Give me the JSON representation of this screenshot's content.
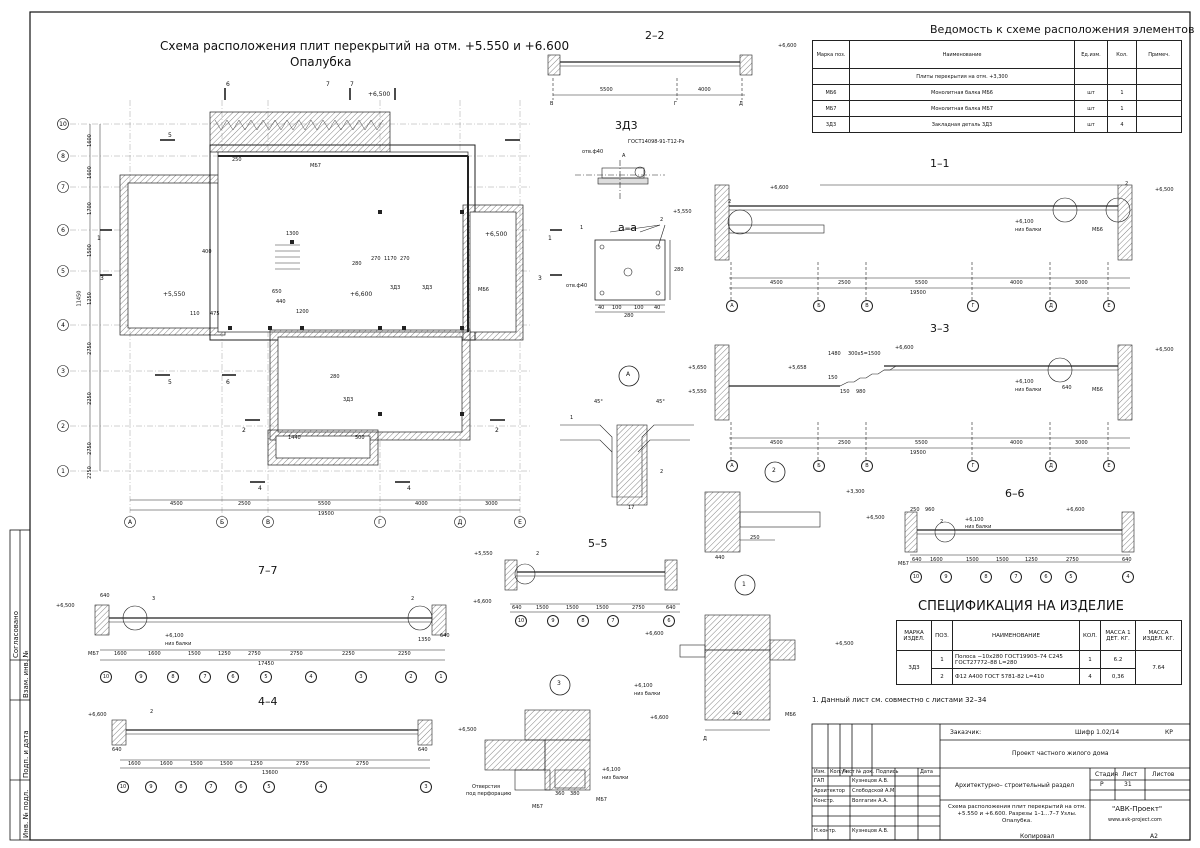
{
  "plan": {
    "title": "Схема расположения плит перекрытий на отм. +5.550 и +6.600",
    "subtitle": "Опалубка",
    "levels": [
      "+5,550",
      "+6,600",
      "+6,500",
      "+6,500"
    ],
    "axes_letters": [
      "А",
      "Б",
      "В",
      "Г",
      "Д",
      "Е"
    ],
    "axes_numbers": [
      "1",
      "2",
      "3",
      "4",
      "5",
      "6",
      "7",
      "8",
      "9",
      "10"
    ],
    "dims_bottom": [
      "4500",
      "2500",
      "5500",
      "4000",
      "3000"
    ],
    "dim_total": "19500",
    "dims_left": [
      "1600",
      "1600",
      "1700",
      "1500",
      "1250",
      "2750",
      "2250",
      "2750",
      "2250"
    ],
    "dim_left_total": "11450",
    "section_marks": [
      "1",
      "1",
      "2",
      "2",
      "3",
      "3",
      "4",
      "4",
      "5",
      "5",
      "6",
      "6",
      "7",
      "7"
    ],
    "labels": [
      "МБ7",
      "МБ6",
      "3Д3",
      "3Д3",
      "3Д3"
    ],
    "notes": [
      "250",
      "400",
      "270",
      "270",
      "1170",
      "280",
      "280",
      "1200",
      "440",
      "110",
      "475",
      "1300",
      "1440",
      "500",
      "650"
    ]
  },
  "vedomost": {
    "title": "Ведомость к схеме расположения элементов",
    "headers": [
      "Марка поз.",
      "Наименование",
      "Ед.изм.",
      "Кол.",
      "Примеч."
    ],
    "group_row": "Плиты перекрытия на отм. +3,300",
    "rows": [
      [
        "МБ6",
        "Монолитная балка МБ6",
        "шт",
        "1",
        ""
      ],
      [
        "МБ7",
        "Монолитная балка МБ7",
        "шт",
        "1",
        ""
      ],
      [
        "3Д3",
        "Закладная деталь 3Д3",
        "шт",
        "4",
        ""
      ]
    ]
  },
  "sections": {
    "s22": {
      "title": "2–2",
      "level": "+6,600",
      "dims": [
        "5500",
        "4000"
      ],
      "axes": [
        "В",
        "Г",
        "Д"
      ]
    },
    "zd3": {
      "title": "3Д3",
      "gost": "ГОСТ14098-91-Т12-Рэ",
      "hole": "отв.ф40",
      "mark": "A"
    },
    "aa": {
      "title": "а–а",
      "hole": "отв.ф40",
      "dims": [
        "40",
        "100",
        "100",
        "40"
      ],
      "total": "280",
      "side": "280",
      "callouts": [
        "1",
        "2"
      ]
    },
    "s11": {
      "title": "1–1",
      "levels": [
        "+6,600",
        "+5,550",
        "+6,500",
        "+6,100",
        "низ балки"
      ],
      "beam": "МБ6",
      "dims": [
        "4500",
        "2500",
        "5500",
        "4000",
        "3000"
      ],
      "total": "19500",
      "axes": [
        "А",
        "Б",
        "В",
        "Г",
        "Д",
        "Е"
      ],
      "callouts": [
        "2",
        "2"
      ]
    },
    "s33": {
      "title": "3–3",
      "levels": [
        "+6,600",
        "+5,650",
        "+5,550",
        "+5,658",
        "+6,500",
        "+6,100",
        "низ балки"
      ],
      "stairs": "300х5=1500",
      "d1": "1480",
      "d2": "980",
      "d3": "640",
      "d4": "150",
      "d5": "150",
      "beam": "МБ6",
      "dims": [
        "4500",
        "2500",
        "5500",
        "4000",
        "3000"
      ],
      "total": "19500",
      "axes": [
        "А",
        "Б",
        "В",
        "Г",
        "Д",
        "Е"
      ]
    },
    "nodeA": {
      "title": "А",
      "angles": [
        "45°",
        "45°"
      ],
      "dims": [
        "17"
      ],
      "callouts": [
        "1",
        "2"
      ]
    },
    "node2": {
      "title": "2",
      "level": "+3,300",
      "dims": [
        "250",
        "440"
      ]
    },
    "s66": {
      "title": "6–6",
      "levels": [
        "+6,500",
        "+6,600",
        "+6,100",
        "низ балки"
      ],
      "beam": "МБ7",
      "dims": [
        "640",
        "1600",
        "1500",
        "1500",
        "1250",
        "2750",
        "640"
      ],
      "small": [
        "250",
        "960"
      ],
      "axes": [
        "10",
        "9",
        "8",
        "7",
        "6",
        "5",
        "4"
      ],
      "callout": "2"
    },
    "s55": {
      "title": "5–5",
      "level": "+5,550",
      "dims": [
        "640",
        "1500",
        "1500",
        "1500",
        "2750",
        "640"
      ],
      "axes": [
        "10",
        "9",
        "8",
        "7",
        "6"
      ],
      "callout": "2"
    },
    "s77": {
      "title": "7–7",
      "levels": [
        "+6,500",
        "+6,600",
        "+6,100",
        "низ балки"
      ],
      "beam": "МБ7",
      "dims": [
        "1600",
        "1600",
        "1500",
        "1250",
        "2750",
        "2750",
        "2250",
        "2250"
      ],
      "total": "17450",
      "small": [
        "640",
        "1350",
        "640"
      ],
      "axes": [
        "10",
        "9",
        "8",
        "7",
        "6",
        "5",
        "4",
        "3",
        "2",
        "1"
      ],
      "callouts": [
        "3",
        "2"
      ]
    },
    "s44": {
      "title": "4–4",
      "level": "+6,600",
      "dims": [
        "1600",
        "1600",
        "1500",
        "1500",
        "1250",
        "2750",
        "2750"
      ],
      "total": "13600",
      "small": [
        "640",
        "640"
      ],
      "axes": [
        "10",
        "9",
        "8",
        "7",
        "6",
        "5",
        "4",
        "3"
      ],
      "callout": "2"
    },
    "node1": {
      "title": "1",
      "levels": [
        "+6,600",
        "+6,500",
        "+6,100",
        "низ балки"
      ],
      "beam": "МБ6",
      "dims": [
        "440"
      ],
      "axis": "Д"
    },
    "node3": {
      "title": "3",
      "levels": [
        "+6,500",
        "+6,600",
        "+6,100",
        "низ балки"
      ],
      "beams": [
        "МБ7",
        "МБ7"
      ],
      "dims": [
        "360",
        "380"
      ],
      "note1": "Отверстия",
      "note2": "под перфорацию"
    }
  },
  "spec": {
    "title": "СПЕЦИФИКАЦИЯ НА ИЗДЕЛИЕ",
    "headers": [
      "МАРКА ИЗДЕЛ.",
      "ПОЗ.",
      "НАИМЕНОВАНИЕ",
      "КОЛ.",
      "МАССА 1 ДЕТ. КГ.",
      "МАССА ИЗДЕЛ. КГ."
    ],
    "mark": "3Д3",
    "rows": [
      {
        "pos": "1",
        "name": "Полоса −10х280 ГОСТ19903–74 С245 ГОСТ27772–88 L=280",
        "qty": "1",
        "mass": "6.2"
      },
      {
        "pos": "2",
        "name": "Ф12 А400 ГОСТ 5781-82  L=410",
        "qty": "4",
        "mass": "0,36"
      }
    ],
    "total_mass": "7.64",
    "note": "1. Данный лист см. совместно с листами 32–34"
  },
  "stamp": {
    "zakazchik_label": "Заказчик:",
    "code": "Шифр 1.02/14",
    "kr": "КР",
    "project": "Проект частного жилого дома",
    "section": "Архитектурно– строительный раздел",
    "stage_label": "Стадия",
    "sheet_label": "Лист",
    "sheets_label": "Листов",
    "stage": "Р",
    "sheet": "31",
    "sheets": "",
    "col_headers": [
      "Изм.",
      "Кол.уч.",
      "Лист",
      "№ док.",
      "Подпись",
      "Дата"
    ],
    "people": [
      {
        "role": "ГАП",
        "name": "Кузнецов А.В."
      },
      {
        "role": "Архитектор",
        "name": "Слободской А.М."
      },
      {
        "role": "Констр.",
        "name": "Волгагин А.А."
      },
      {
        "role": "",
        "name": ""
      },
      {
        "role": "Н.контр.",
        "name": "Кузнецов А.В."
      }
    ],
    "drawing_title": "Схема расположения плит перекрытий на отм. +5.550 и +6.600. Разрезы 1–1...7–7 Узлы. Опалубка.",
    "company": "\"АВК-Проект\"",
    "site": "www.avk-project.com",
    "copied": "Копировал",
    "format": "А2"
  },
  "left_stamp": [
    "Согласовано",
    "Взам. инв. №",
    "Подп. и дата",
    "Инв. № подл."
  ]
}
